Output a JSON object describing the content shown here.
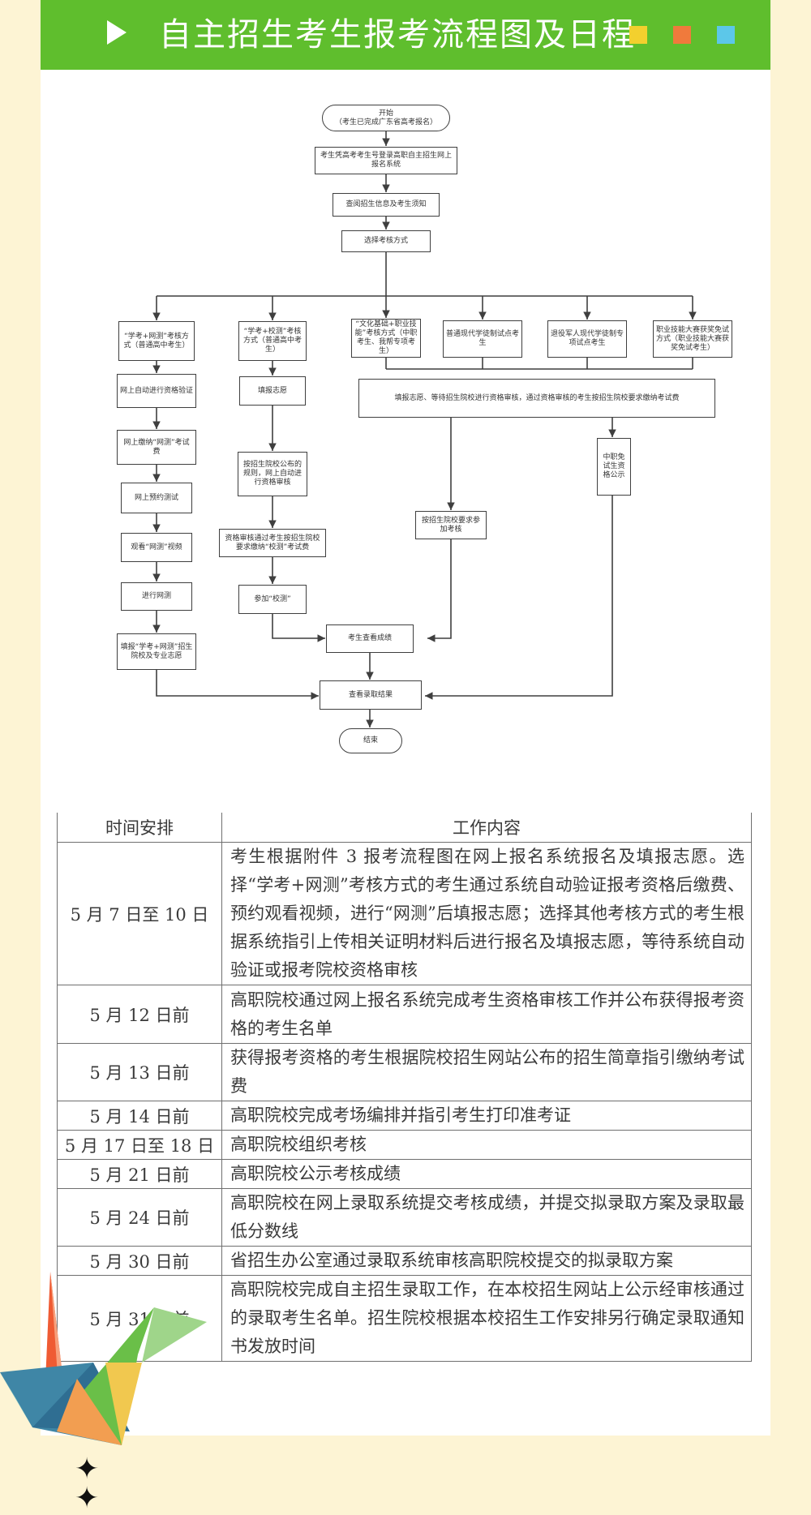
{
  "header": {
    "title": "自主招生考生报考流程图及日程",
    "colors": [
      "#f3d02e",
      "#f07a3c",
      "#5cc7e9"
    ]
  },
  "flowchart": {
    "start": "开始\n（考生已完成广东省高考报名）",
    "login": "考生凭高考考生号登录高职自主招生网上\n报名系统",
    "read_info": "查阅招生信息及考生须知",
    "choose": "选择考核方式",
    "branch_a": "“学考+网测”考核方式（普通高中考生）",
    "branch_b": "“学考+校测”考核方式（普通高中考生）",
    "branch_c": "“文化基础+职业技能”考核方式（中职考生、我帮专项考生）",
    "branch_d": "普通现代学徒制试点考生",
    "branch_e": "退役军人现代学徒制专项试点考生",
    "branch_f": "职业技能大赛获奖免试方式（职业技能大赛获奖免试考生）",
    "a1": "网上自动进行资格验证",
    "a2": "网上缴纳“网测”考试费",
    "a3": "网上预约测试",
    "a4": "观看“网测”视频",
    "a5": "进行网测",
    "a6": "填报“学考+网测”招生院校及专业志愿",
    "b1": "填报志愿",
    "b2": "按招生院校公布的规则，网上自动进行资格审核",
    "b3": "资格审核通过考生按招生院校要求缴纳“校测”考试费",
    "b4": "参加“校测”",
    "common": "填报志愿、等待招生院校进行资格审核，通过资格审核的考生按招生院校要求缴纳考试费",
    "c1": "按招生院校要求参加考核",
    "f1": "中职免试生资格公示",
    "score": "考生查看成绩",
    "result": "查看录取结果",
    "end": "结束"
  },
  "schedule": {
    "headers": [
      "时间安排",
      "工作内容"
    ],
    "rows": [
      {
        "time": "5 月 7 日至 10 日",
        "content": "考生根据附件 3 报考流程图在网上报名系统报名及填报志愿。选择“学考+网测”考核方式的考生通过系统自动验证报考资格后缴费、预约观看视频，进行“网测”后填报志愿；选择其他考核方式的考生根据系统指引上传相关证明材料后进行报名及填报志愿，等待系统自动验证或报考院校资格审核"
      },
      {
        "time": "5 月 12 日前",
        "content": "高职院校通过网上报名系统完成考生资格审核工作并公布获得报考资格的考生名单"
      },
      {
        "time": "5 月 13 日前",
        "content": "获得报考资格的考生根据院校招生网站公布的招生简章指引缴纳考试费"
      },
      {
        "time": "5 月 14 日前",
        "content": "高职院校完成考场编排并指引考生打印准考证"
      },
      {
        "time": "5 月 17 日至 18 日",
        "content": "高职院校组织考核"
      },
      {
        "time": "5 月 21 日前",
        "content": "高职院校公示考核成绩"
      },
      {
        "time": "5 月 24 日前",
        "content": "高职院校在网上录取系统提交考核成绩，并提交拟录取方案及录取最低分数线"
      },
      {
        "time": "5 月 30 日前",
        "content": "省招生办公室通过录取系统审核高职院校提交的拟录取方案"
      },
      {
        "time": "5 月 31 日前",
        "content": "高职院校完成自主招生录取工作，在本校招生网站上公示经审核通过的录取考生名单。招生院校根据本校招生工作安排另行确定录取通知书发放时间"
      }
    ]
  }
}
